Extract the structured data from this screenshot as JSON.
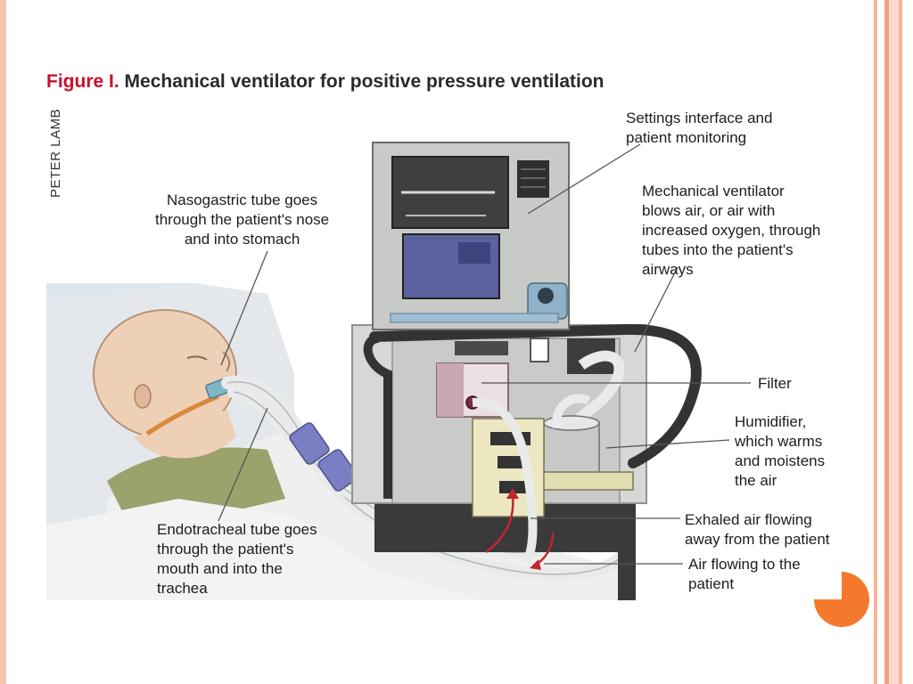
{
  "figure": {
    "label": "Figure I.",
    "caption": "Mechanical ventilator for positive pressure ventilation",
    "credit": "PETER LAMB"
  },
  "callouts": {
    "settings": [
      "Settings interface and",
      "patient monitoring"
    ],
    "ventilator": [
      "Mechanical ventilator",
      "blows air, or air with",
      "increased oxygen, through",
      "tubes into the patient's",
      "airways"
    ],
    "nasogastric": [
      "Nasogastric tube goes",
      "through the patient's nose",
      "and into stomach"
    ],
    "filter": [
      "Filter"
    ],
    "humidifier": [
      "Humidifier,",
      "which warms",
      "and moistens",
      "the air"
    ],
    "exhaled": [
      "Exhaled air flowing",
      "away from the patient"
    ],
    "air_to_patient": [
      "Air flowing to the",
      "patient"
    ],
    "endotracheal": [
      "Endotracheal tube goes",
      "through the patient's",
      "mouth and into the",
      "trachea"
    ]
  },
  "colors": {
    "accent_orange": "#f5792c",
    "border_peach": "#f7b497",
    "title_red": "#c8102e",
    "machine_gray": "#d6d8d6",
    "screen_dark": "#444444",
    "screen_blue": "#5b62a0",
    "tube_white": "#f2f2f2",
    "arrow_red": "#c0262c"
  },
  "icons": [
    "corner-badge-icon"
  ]
}
